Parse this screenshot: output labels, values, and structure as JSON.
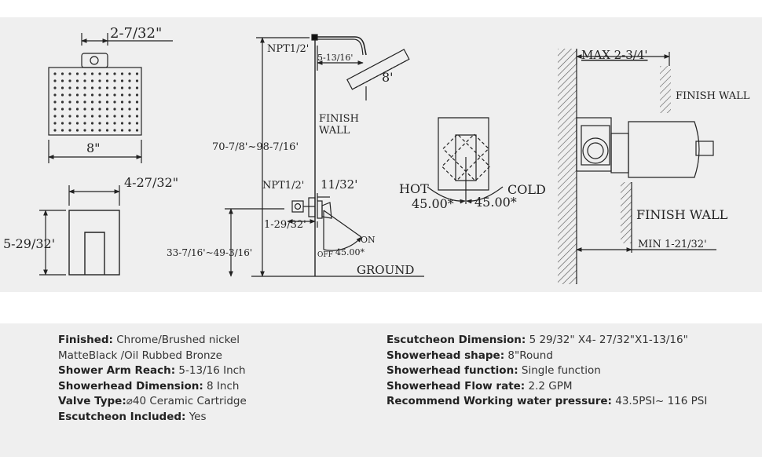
{
  "diagram": {
    "head_front": {
      "top_width": "2-7/32\"",
      "face_width": "8\""
    },
    "handle": {
      "width": "4-27/32\"",
      "height": "5-29/32'"
    },
    "side": {
      "npt_top": "NPT1/2'",
      "arm_reach": "5-13/16'",
      "head_size": "8'",
      "finish_wall": [
        "FINISH",
        "WALL"
      ],
      "head_height": "70-7/8'~98-7/16'",
      "npt_valve": "NPT1/2'",
      "valve_offset": "11/32'",
      "valve_depth": "1-29/32'",
      "valve_height": "33-7/16'~49-3/16'",
      "on": "ON",
      "off": "OFF",
      "angle": "45.00*",
      "ground": "GROUND"
    },
    "rotation": {
      "hot": "HOT",
      "cold": "COLD",
      "hot_angle": "45.00*",
      "cold_angle": "45.00*"
    },
    "section": {
      "max": "MAX 2-3/4'",
      "finish_wall_top": "FINISH WALL",
      "finish_wall": "FINISH WALL",
      "min": "MIN 1-21/32'"
    }
  },
  "specs": {
    "left": [
      {
        "label": "Finished:",
        "value": " Chrome/Brushed nickel"
      },
      {
        "label": "",
        "value": "MatteBlack /Oil Rubbed Bronze"
      },
      {
        "label": "Shower Arm Reach:",
        "value": " 5-13/16 Inch"
      },
      {
        "label": "Showerhead Dimension:",
        "value": " 8 Inch"
      },
      {
        "label": "Valve Type:",
        "value": "⌀40 Ceramic Cartridge"
      },
      {
        "label": "Escutcheon Included:",
        "value": " Yes"
      }
    ],
    "right": [
      {
        "label": "Escutcheon Dimension:",
        "value": " 5 29/32\" X4- 27/32\"X1-13/16\""
      },
      {
        "label": "Showerhead shape:",
        "value": "  8\"Round"
      },
      {
        "label": "Showerhead function:",
        "value": " Single function"
      },
      {
        "label": "Showerhead Flow rate:",
        "value": " 2.2 GPM"
      },
      {
        "label": "Recommend Working water pressure:",
        "value": " 43.5PSI~ 116 PSI"
      }
    ]
  }
}
